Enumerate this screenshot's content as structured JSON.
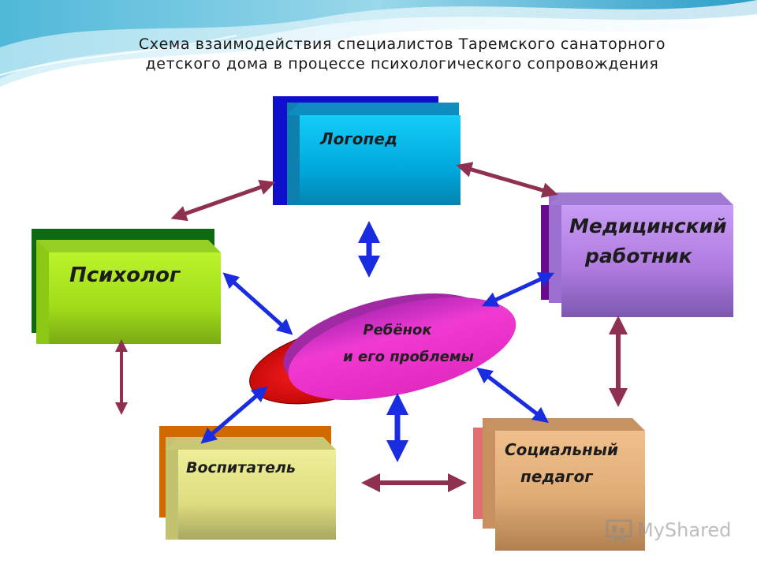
{
  "title": {
    "line1": "Схема взаимодействия специалистов Таремского санаторного",
    "line2": "детского дома в процессе психологического  сопровождения"
  },
  "nodes": {
    "logoped": {
      "label": "Логопед"
    },
    "psiholog": {
      "label": "Психолог"
    },
    "medic": {
      "line1": "Медицинский",
      "line2": "работник"
    },
    "vospitatel": {
      "label": "Воспитатель"
    },
    "socped": {
      "line1": "Социальный",
      "line2": "педагог"
    },
    "center": {
      "line1": "Ребёнок",
      "line2": "и его проблемы"
    }
  },
  "colors": {
    "logoped": "#00b4e6",
    "psiholog": "#a6e21c",
    "medic": "#b07ce0",
    "vospitatel": "#dede80",
    "socped": "#e0b078",
    "center": "#ee2ccc",
    "arrow_blue": "#1a2ce0",
    "arrow_maroon": "#903050"
  },
  "watermark": {
    "text": "MyShared"
  }
}
